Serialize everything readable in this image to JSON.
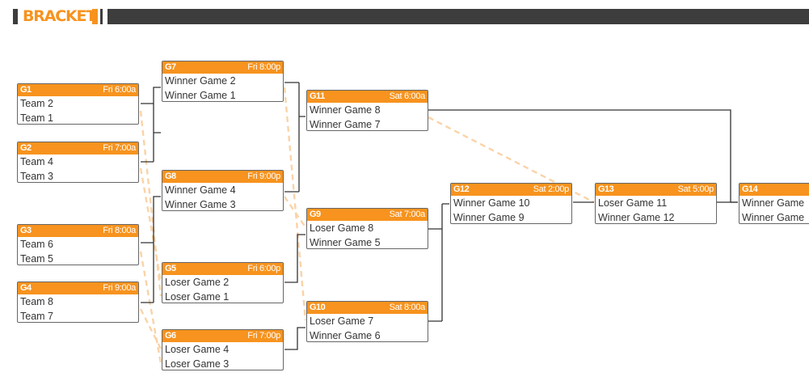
{
  "header": {
    "title": "BRACKET"
  },
  "colors": {
    "accent": "#f7931e",
    "dark": "#3d3d3d",
    "connector": "#333333",
    "loser_path": "#fad3a8"
  },
  "games": [
    {
      "id": "G1",
      "time": "Fri 6:00a",
      "slots": [
        "Team 2",
        "Team 1"
      ]
    },
    {
      "id": "G2",
      "time": "Fri 7:00a",
      "slots": [
        "Team 4",
        "Team 3"
      ]
    },
    {
      "id": "G3",
      "time": "Fri 8:00a",
      "slots": [
        "Team 6",
        "Team 5"
      ]
    },
    {
      "id": "G4",
      "time": "Fri 9:00a",
      "slots": [
        "Team 8",
        "Team 7"
      ]
    },
    {
      "id": "G7",
      "time": "Fri 8:00p",
      "slots": [
        "Winner Game 2",
        "Winner Game 1"
      ]
    },
    {
      "id": "G8",
      "time": "Fri 9:00p",
      "slots": [
        "Winner Game 4",
        "Winner Game 3"
      ]
    },
    {
      "id": "G5",
      "time": "Fri 6:00p",
      "slots": [
        "Loser Game 2",
        "Loser Game 1"
      ]
    },
    {
      "id": "G6",
      "time": "Fri 7:00p",
      "slots": [
        "Loser Game 4",
        "Loser Game 3"
      ]
    },
    {
      "id": "G11",
      "time": "Sat 6:00a",
      "slots": [
        "Winner Game 8",
        "Winner Game 7"
      ]
    },
    {
      "id": "G9",
      "time": "Sat 7:00a",
      "slots": [
        "Loser Game 8",
        "Winner Game 5"
      ]
    },
    {
      "id": "G10",
      "time": "Sat 8:00a",
      "slots": [
        "Loser Game 7",
        "Winner Game 6"
      ]
    },
    {
      "id": "G12",
      "time": "Sat 2:00p",
      "slots": [
        "Winner Game 10",
        "Winner Game 9"
      ]
    },
    {
      "id": "G13",
      "time": "Sat 5:00p",
      "slots": [
        "Loser Game 11",
        "Winner Game 12"
      ]
    },
    {
      "id": "G14",
      "time": "",
      "slots": [
        "Winner Game",
        "Winner Game"
      ]
    }
  ]
}
